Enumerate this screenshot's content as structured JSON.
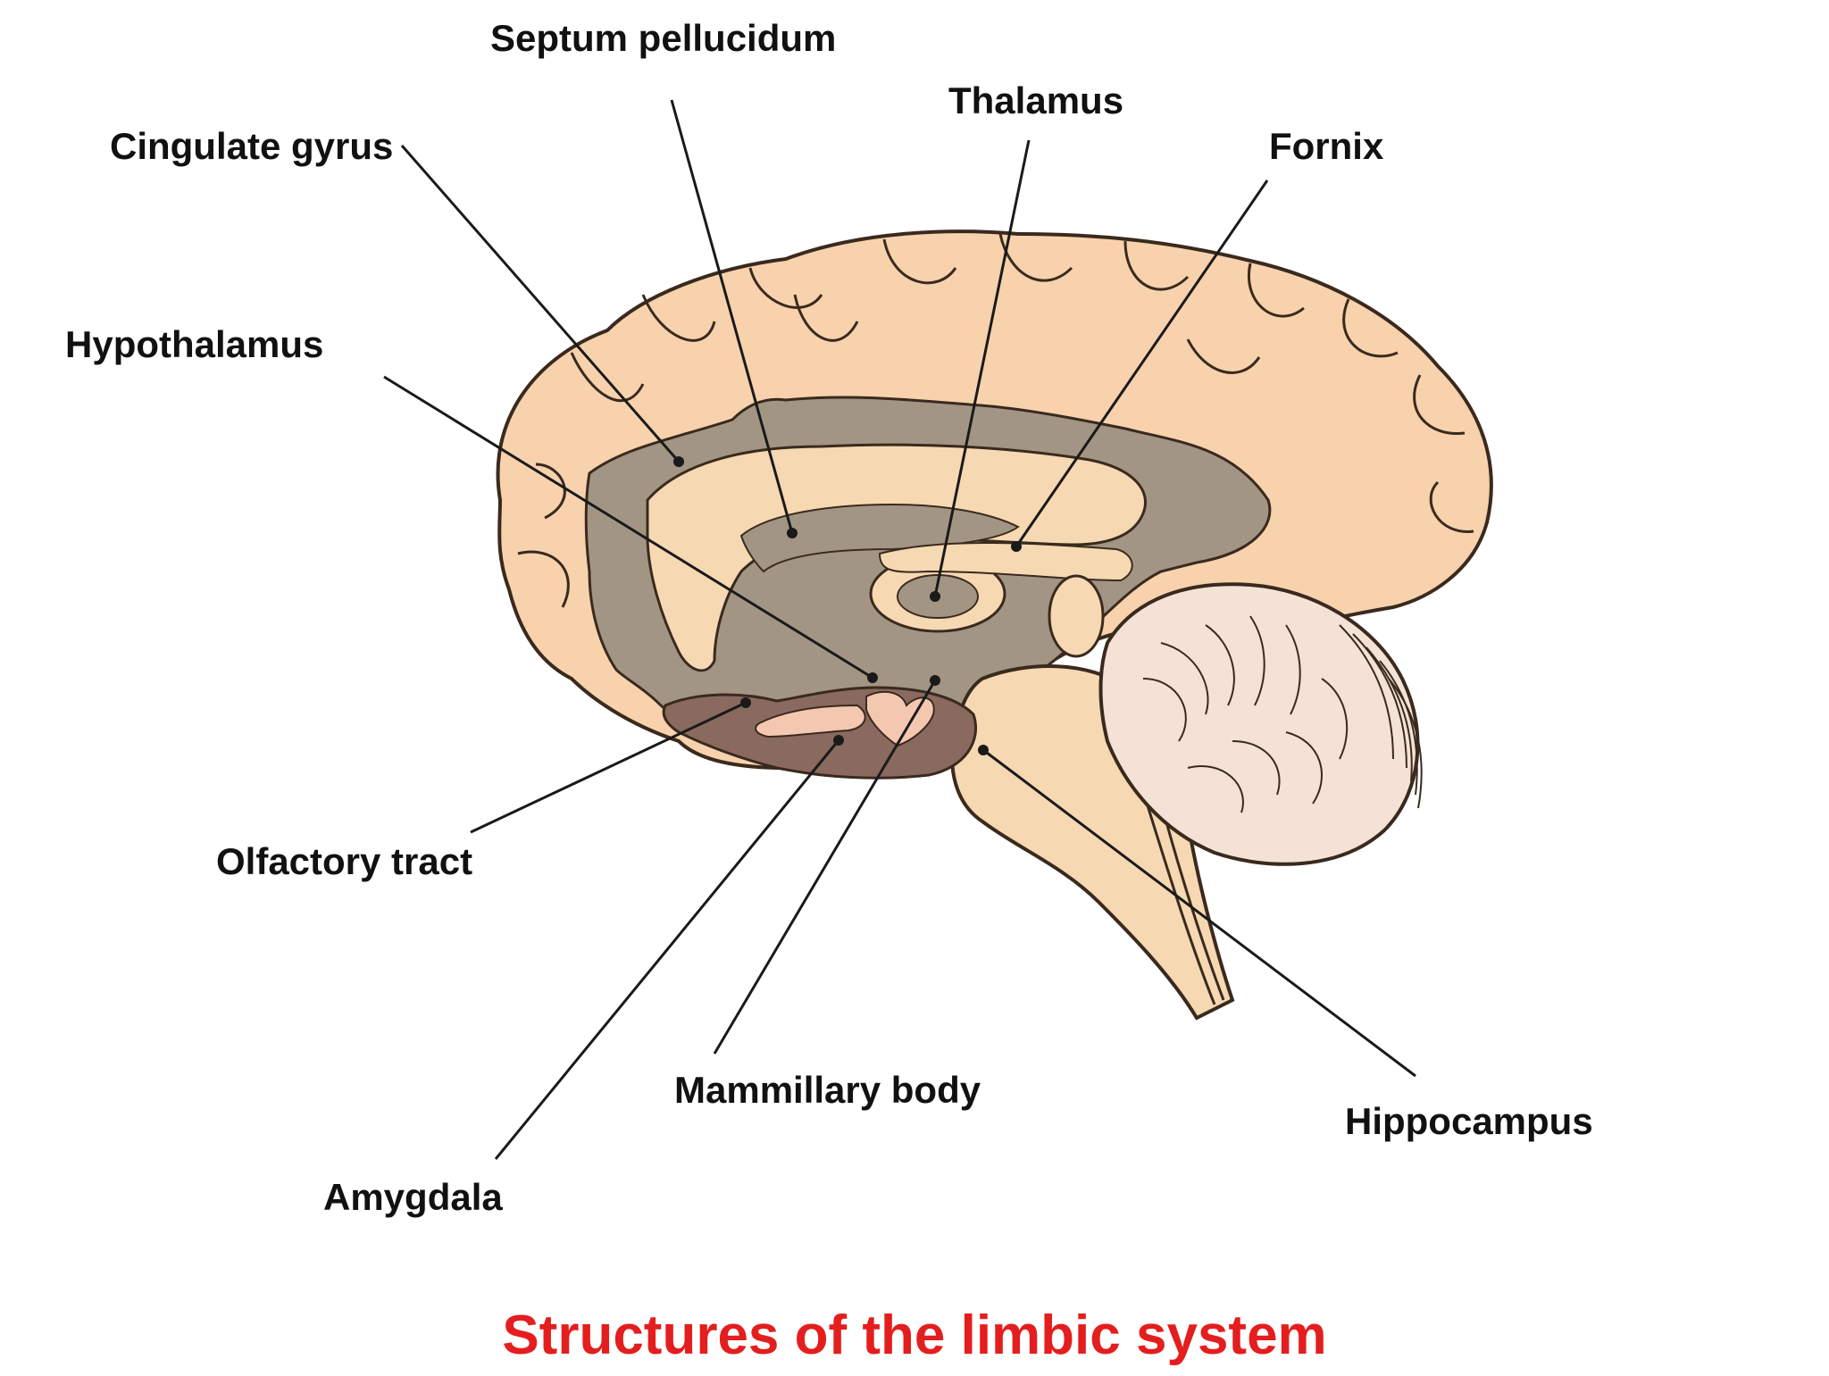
{
  "labels": {
    "septum_pellucidum": "Septum pellucidum",
    "thalamus": "Thalamus",
    "cingulate_gyrus": "Cingulate gyrus",
    "fornix": "Fornix",
    "hypothalamus": "Hypothalamus",
    "olfactory_tract": "Olfactory tract",
    "mammillary_body": "Mammillary body",
    "hippocampus": "Hippocampus",
    "amygdala": "Amygdala"
  },
  "caption": "Structures of the limbic system",
  "colors": {
    "caption": "#e41e1e",
    "cortex_fill": "#f7d2ad",
    "cortex_outline": "#3a2a1e",
    "limbic_gray": "#a39584",
    "cerebellum_fill": "#f4e2d6",
    "brainstem_fill": "#f6d8b2",
    "leader_line": "#1a1a1a"
  }
}
